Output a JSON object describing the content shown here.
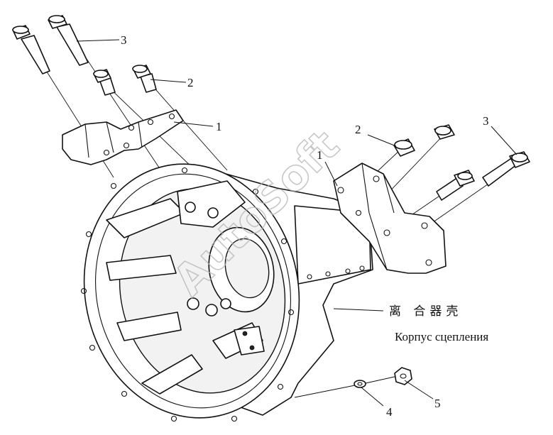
{
  "diagram": {
    "callouts": [
      {
        "id": "bolt-left-long",
        "label": "3"
      },
      {
        "id": "bolt-left-short",
        "label": "2"
      },
      {
        "id": "bracket-left",
        "label": "1"
      },
      {
        "id": "bolt-right-short",
        "label": "2"
      },
      {
        "id": "bracket-right",
        "label": "1"
      },
      {
        "id": "bolt-right-long",
        "label": "3"
      },
      {
        "id": "washer",
        "label": "4"
      },
      {
        "id": "nut",
        "label": "5"
      }
    ],
    "caption_cn": "离 合器壳",
    "caption_ru": "Корпус сцепления",
    "watermark": "AutoSoft"
  }
}
